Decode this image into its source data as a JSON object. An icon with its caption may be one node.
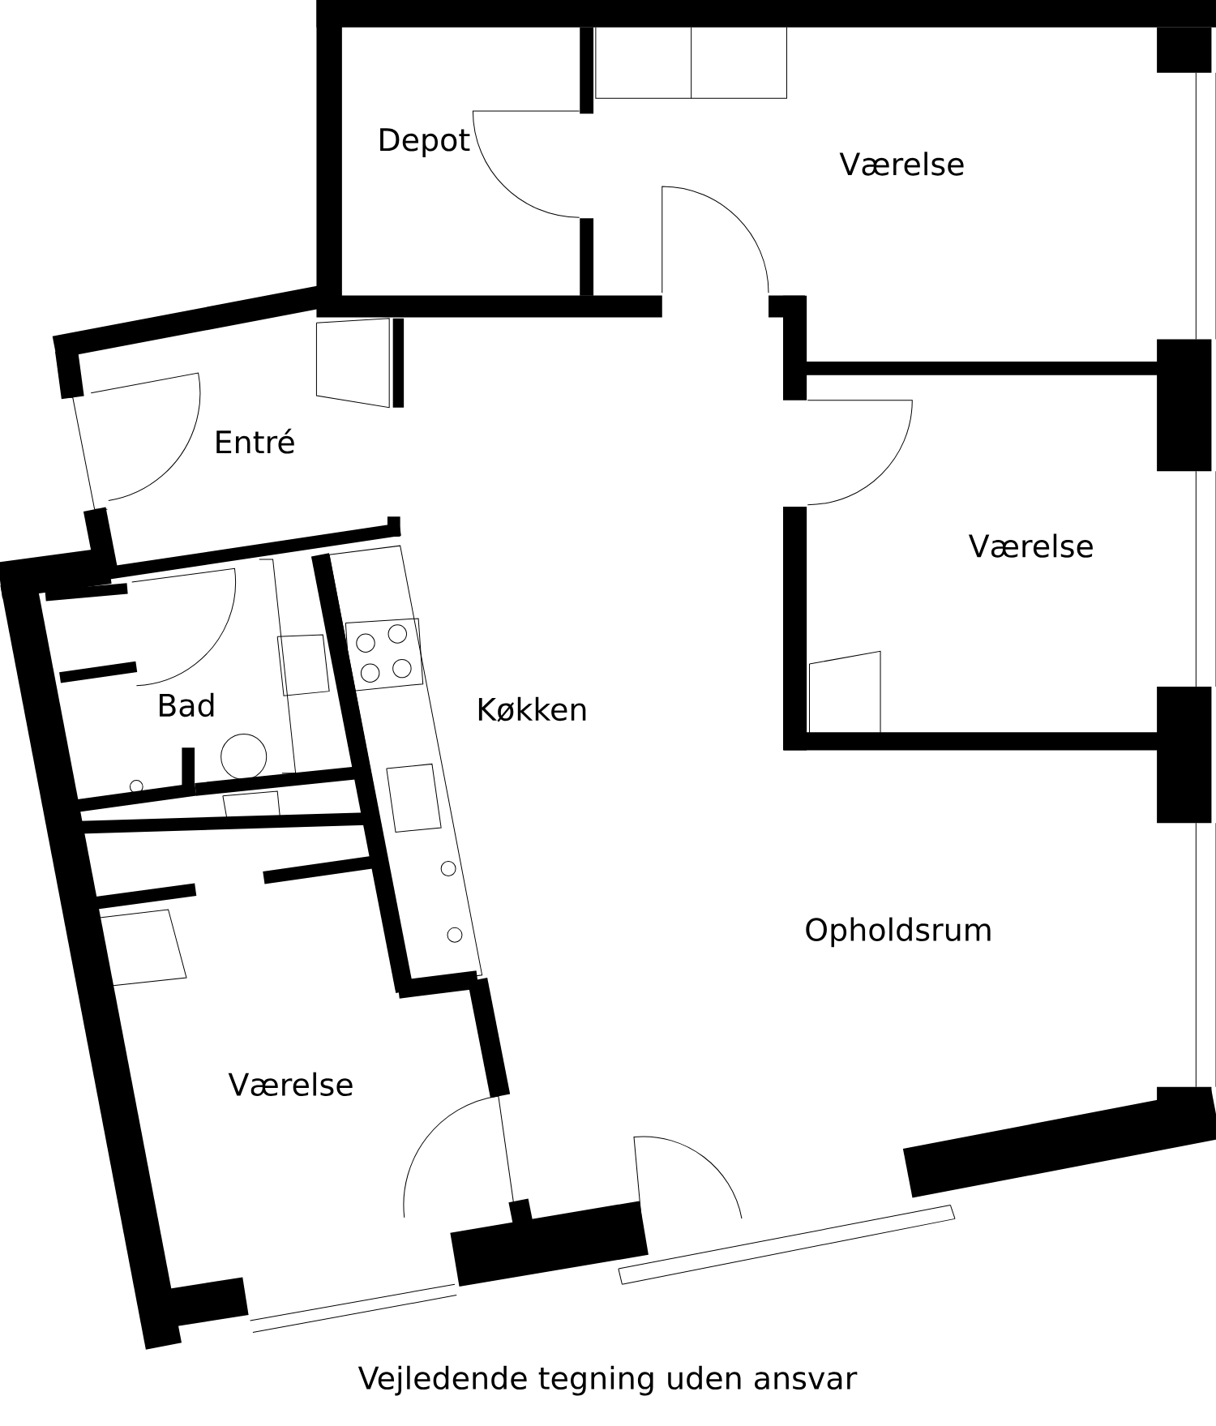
{
  "diagram": {
    "caption": "Vejledende tegning uden ansvar",
    "labels": [
      "Depot",
      "Værelse",
      "Entré",
      "Værelse",
      "Bad",
      "Køkken",
      "Opholdsrum",
      "Værelse"
    ]
  }
}
